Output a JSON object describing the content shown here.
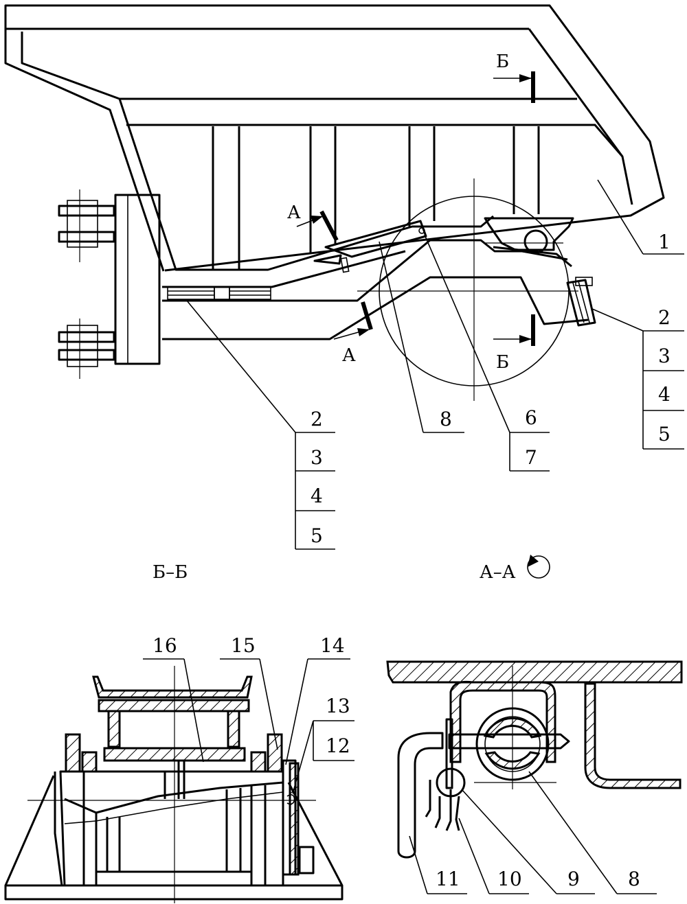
{
  "view_main": {
    "part_1": "1",
    "leader_right": [
      "2",
      "3",
      "4",
      "5"
    ],
    "leader_left": [
      "2",
      "3",
      "4",
      "5"
    ],
    "part_8": "8",
    "leader_mid": [
      "6",
      "7"
    ],
    "cut_a_upper": "А",
    "cut_a_lower": "А",
    "cut_b_upper": "Б",
    "cut_b_lower": "Б"
  },
  "section_bb": {
    "title": "Б–Б",
    "labels": {
      "p16": "16",
      "p15": "15",
      "p14": "14",
      "p13": "13",
      "p12": "12"
    }
  },
  "section_aa": {
    "title": "А–А",
    "labels": {
      "p11": "11",
      "p10": "10",
      "p9": "9",
      "p8": "8"
    }
  }
}
